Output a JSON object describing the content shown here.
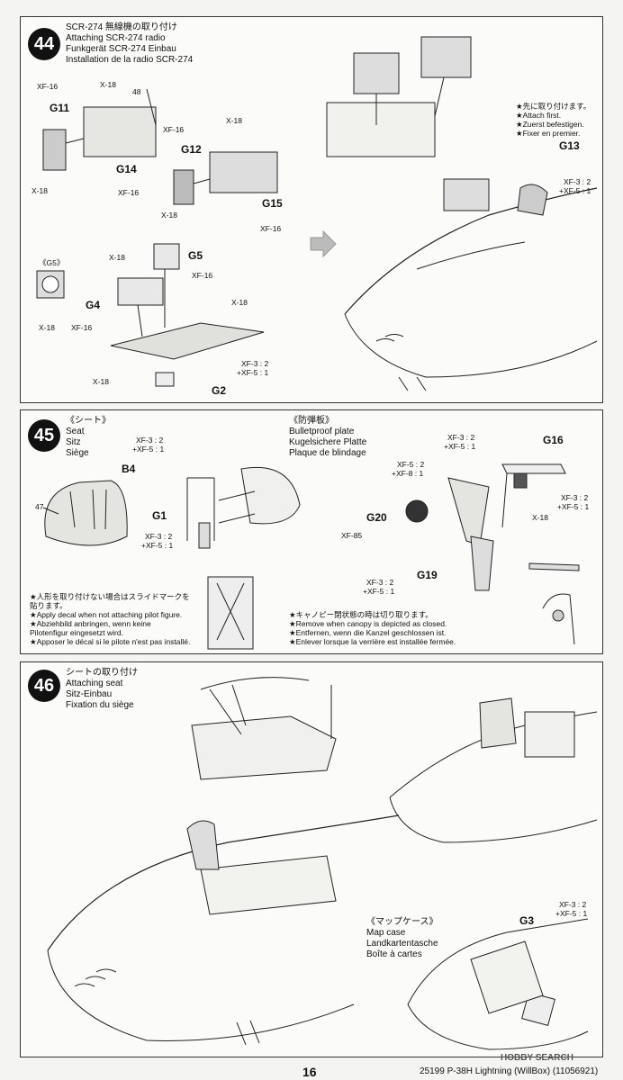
{
  "step44": {
    "number": "44",
    "title_jp": "SCR-274 無線機の取り付け",
    "title_en": "Attaching SCR-274 radio",
    "title_de": "Funkgerät SCR-274 Einbau",
    "title_fr": "Installation de la radio SCR-274",
    "note": [
      "★先に取り付けます。",
      "★Attach first.",
      "★Zuerst befestigen.",
      "★Fixer en premier."
    ],
    "part_ref": "48",
    "inset": "《G5》",
    "labels": {
      "g11": "G11",
      "g12": "G12",
      "g13": "G13",
      "g14": "G14",
      "g15": "G15",
      "g5": "G5",
      "g4": "G4",
      "g2": "G2"
    },
    "paints": {
      "xf16": "XF-16",
      "x18": "X-18",
      "xf3_2": "XF-3 : 2",
      "xf5_1": "+XF-5 : 1"
    }
  },
  "step45": {
    "number": "45",
    "seat_jp": "《シート》",
    "seat_en": "Seat",
    "seat_de": "Sitz",
    "seat_fr": "Siège",
    "plate_jp": "《防弾板》",
    "plate_en": "Bulletproof plate",
    "plate_de": "Kugelsichere Platte",
    "plate_fr": "Plaque de blindage",
    "part_ref": "47",
    "labels": {
      "b4": "B4",
      "g1": "G1",
      "g16": "G16",
      "g20": "G20",
      "g19": "G19"
    },
    "paints": {
      "xf3_2": "XF-3 : 2",
      "xf5_1": "+XF-5 : 1",
      "xf5_2": "XF-5 : 2",
      "xf8_1": "+XF-8 : 1",
      "x18": "X-18",
      "xf85": "XF-85"
    },
    "note_decal": [
      "★人形を取り付けない場合はスライドマークを",
      "貼ります。",
      "★Apply decal when not attaching pilot figure.",
      "★Abziehbild anbringen, wenn keine",
      "Pilotenfigur eingesetzt wird.",
      "★Apposer le décal si le pilote n'est pas installé."
    ],
    "note_canopy": [
      "★キャノピー閉状態の時は切り取ります。",
      "★Remove when canopy is depicted as closed.",
      "★Entfernen, wenn die Kanzel geschlossen ist.",
      "★Enlever lorsque la verrière est installée fermée."
    ]
  },
  "step46": {
    "number": "46",
    "title_jp": "シートの取り付け",
    "title_en": "Attaching seat",
    "title_de": "Sitz-Einbau",
    "title_fr": "Fixation du siège",
    "map_jp": "《マップケース》",
    "map_en": "Map case",
    "map_de": "Landkartentasche",
    "map_fr": "Boîte à cartes",
    "labels": {
      "g3": "G3"
    },
    "paints": {
      "xf3_2": "XF-3 : 2",
      "xf5_1": "+XF-5 : 1"
    }
  },
  "footer": {
    "page": "16",
    "code": "25199  P-38H Lightning (WillBox) (11056921)",
    "watermark": "HOBBY SEARCH"
  },
  "colors": {
    "ink": "#111111",
    "panel_border": "#333333",
    "paper": "#f4f4f2"
  }
}
